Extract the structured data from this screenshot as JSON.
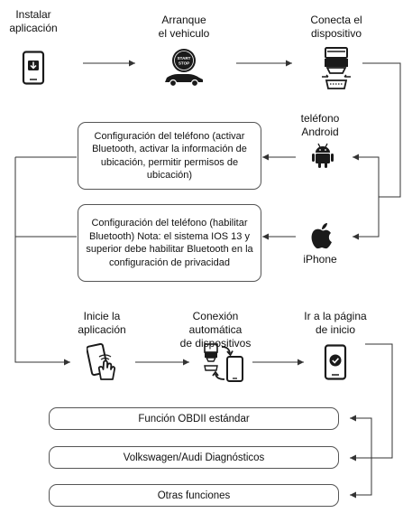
{
  "steps": {
    "install": "Instalar\naplicación",
    "start_car": "Arranque\nel vehiculo",
    "connect_device": "Conecta el\ndispositivo",
    "android_label": "teléfono\nAndroid",
    "iphone_label": "iPhone",
    "start_app": "Inicie la\naplicación",
    "auto_connect": "Conexión automática\nde dispositivos",
    "home_page": "Ir a la página\nde inicio"
  },
  "boxes": {
    "android_config": "Configuración del teléfono (activar Bluetooth, activar la información de ubicación, permitir permisos de ubicación)",
    "ios_config": "Configuración del teléfono (habilitar Bluetooth) Nota: el sistema IOS 13 y superior debe habilitar Bluetooth en la configuración de privacidad"
  },
  "functions": [
    "Función OBDII estándar",
    "Volkswagen/Audi Diagnósticos",
    "Otras funciones"
  ],
  "icons": {
    "install": "phone-download-icon",
    "start_car": "start-stop-car-icon",
    "connect_device": "obd-dongle-icon",
    "android": "android-icon",
    "iphone": "apple-icon",
    "start_app": "tap-phone-icon",
    "auto_connect": "phone-sync-icon",
    "home_page": "phone-check-icon"
  },
  "colors": {
    "line": "#333333",
    "icon": "#1a1a1a",
    "box_border": "#555555"
  }
}
